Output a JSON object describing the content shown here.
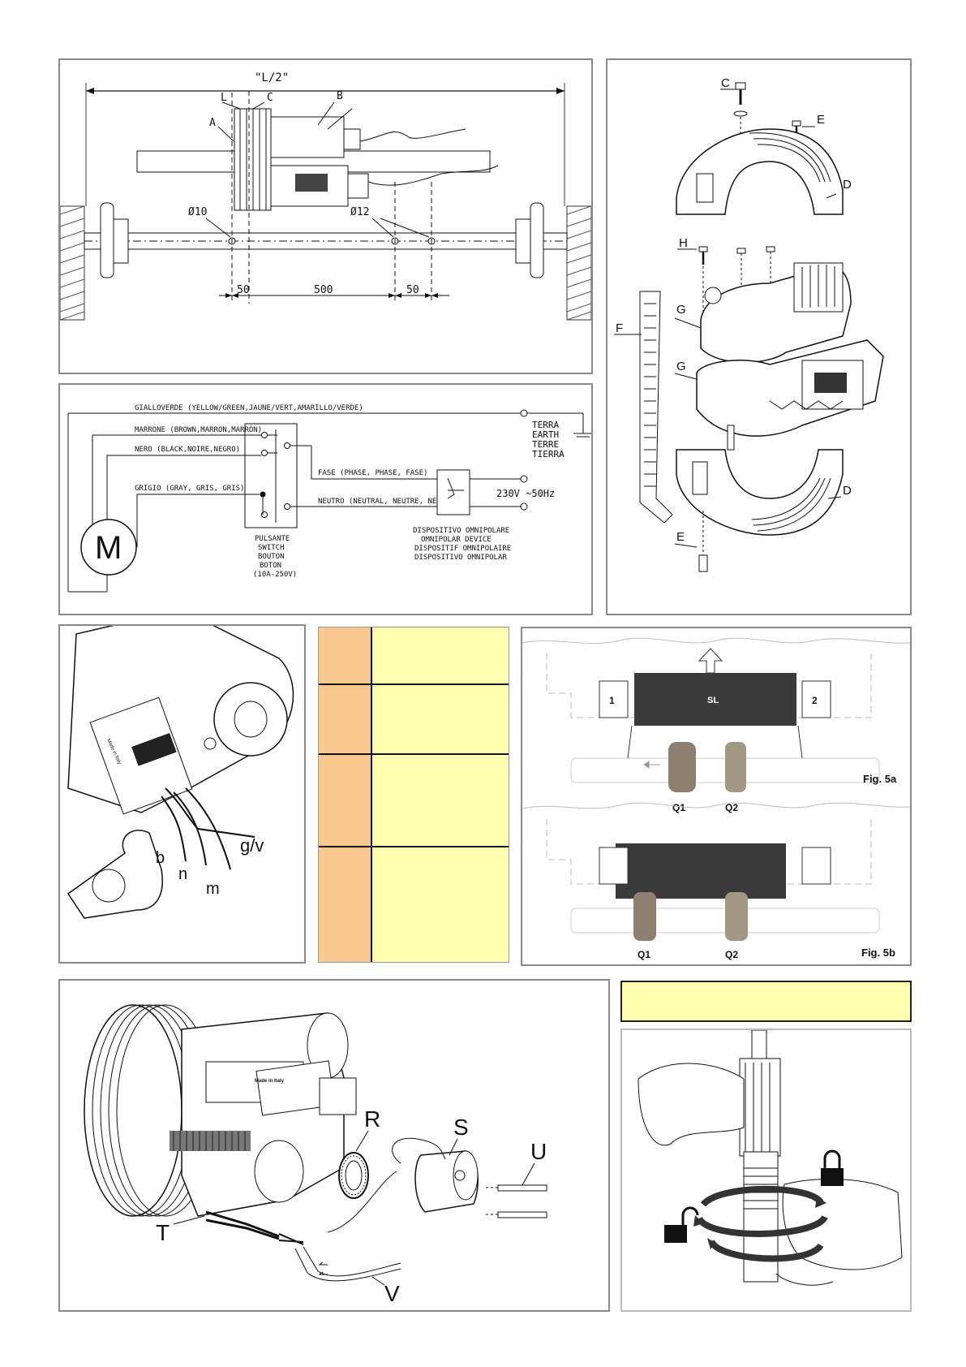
{
  "panel_drawing": {
    "dim_half": "\"L/2\"",
    "labels": [
      "A",
      "L",
      "C",
      "B"
    ],
    "hole_a": "Ø10",
    "hole_b": "Ø12",
    "dims": [
      "50",
      "500",
      "50"
    ]
  },
  "panel_exploded": {
    "labels": [
      "C",
      "E",
      "D",
      "H",
      "G",
      "G",
      "F",
      "D",
      "E"
    ]
  },
  "panel_wiring": {
    "wire_earth": "GIALLOVERDE (YELLOW/GREEN,JAUNE/VERT,AMARILLO/VERDE)",
    "wire_brown": "MARRONE (BROWN,MARRON,MARRÓN)",
    "wire_black": "NERO (BLACK,NOIRE,NEGRO)",
    "wire_grey": "GRIGIO (GRAY, GRIS, GRIS)",
    "line_phase": "FASE (PHASE, PHASE, FASE)",
    "line_neutral": "NEUTRO (NEUTRAL, NEUTRE, NEUTRO)",
    "earth_label": [
      "TERRA",
      "EARTH",
      "TERRE",
      "TIERRA"
    ],
    "supply": "230V ~50Hz",
    "motor_symbol": "M",
    "switch_label": [
      "PULSANTE",
      "SWITCH",
      "BOUTON",
      "BOTON",
      "(10A-250V)"
    ],
    "device_label": [
      "DISPOSITIVO OMNIPOLARE",
      "OMNIPOLAR DEVICE",
      "DISPOSITIF OMNIPOLAIRE",
      "DISPOSITIVO OMNIPOLAR"
    ]
  },
  "panel_terminal": {
    "wire_labels": [
      "b",
      "n",
      "m",
      "g/v"
    ],
    "made_in": "Made in Italy"
  },
  "panel_fig5": {
    "fig_a": "Fig. 5a",
    "fig_b": "Fig. 5b",
    "switch_1": "1",
    "switch_2": "2",
    "sl": "SL",
    "q1": "Q1",
    "q2": "Q2"
  },
  "panel_motor": {
    "labels": [
      "R",
      "S",
      "U",
      "T",
      "V"
    ],
    "made_in": "Made in Italy"
  },
  "colors": {
    "table_left": "#f8c88f",
    "table_right": "#ffffb0",
    "border": "#8a8a8a",
    "dark_plate": "#3a3a3a",
    "cam": "#8c8170"
  }
}
